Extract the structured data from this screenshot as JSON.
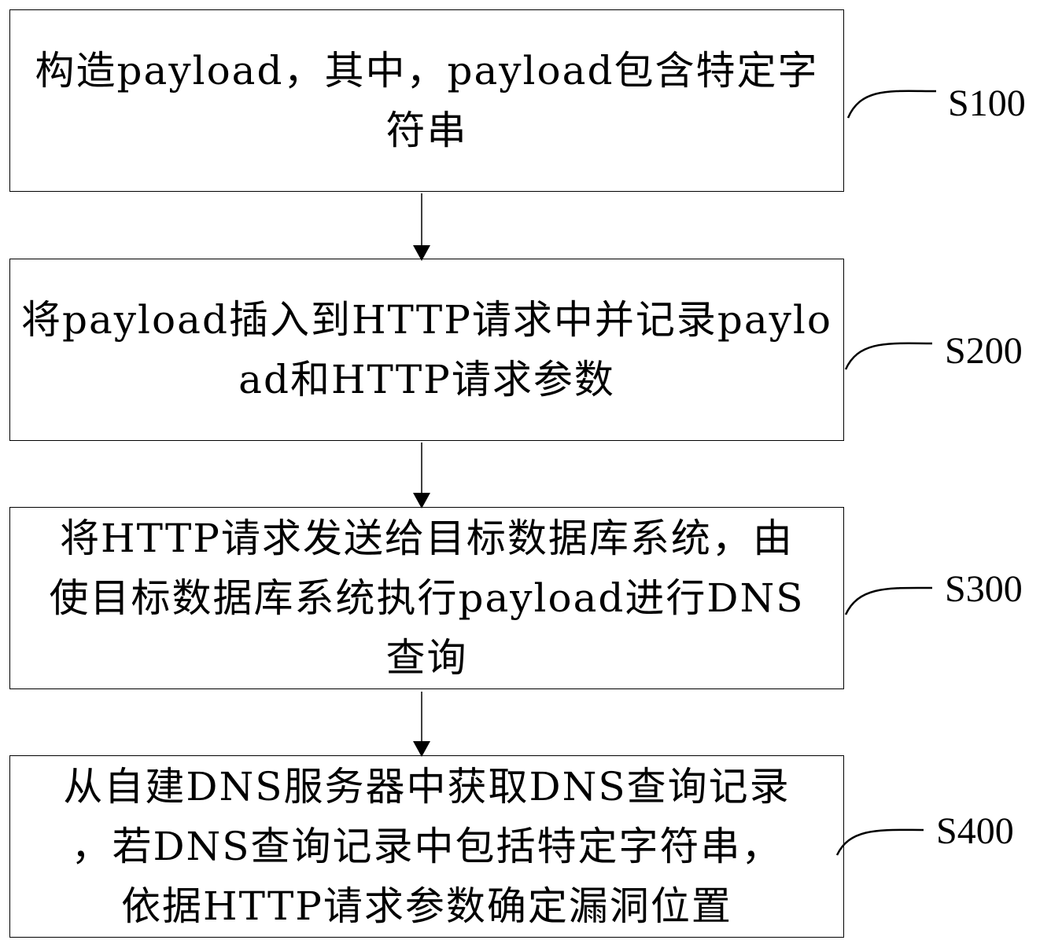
{
  "steps": [
    {
      "id": "S100",
      "label": "S100",
      "lines": [
        "构造payload，其中，payload包含特定字",
        "符串"
      ]
    },
    {
      "id": "S200",
      "label": "S200",
      "lines": [
        "将payload插入到HTTP请求中并记录paylo",
        "ad和HTTP请求参数"
      ]
    },
    {
      "id": "S300",
      "label": "S300",
      "lines": [
        "将HTTP请求发送给目标数据库系统，由",
        "使目标数据库系统执行payload进行DNS",
        "查询"
      ]
    },
    {
      "id": "S400",
      "label": "S400",
      "lines": [
        "从自建DNS服务器中获取DNS查询记录",
        "，若DNS查询记录中包括特定字符串，",
        "依据HTTP请求参数确定漏洞位置"
      ]
    }
  ]
}
